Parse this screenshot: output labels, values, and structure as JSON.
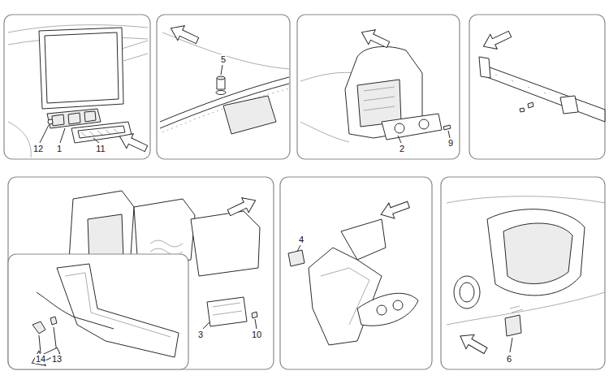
{
  "diagram": {
    "labels": [
      "12",
      "1",
      "11",
      "5",
      "2",
      "9",
      "3",
      "10",
      "14",
      "13",
      "4",
      "6"
    ]
  }
}
